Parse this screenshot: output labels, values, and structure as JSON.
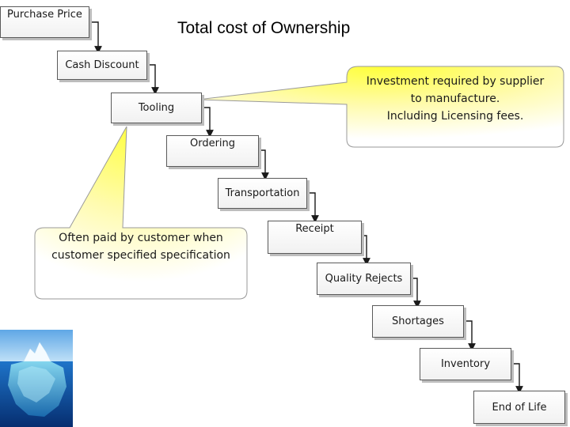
{
  "title": "Total cost of Ownership",
  "steps": [
    {
      "id": "purchase-price",
      "label": "Purchase Price"
    },
    {
      "id": "cash-discount",
      "label": "Cash Discount"
    },
    {
      "id": "tooling",
      "label": "Tooling"
    },
    {
      "id": "ordering",
      "label": "Ordering"
    },
    {
      "id": "transportation",
      "label": "Transportation"
    },
    {
      "id": "receipt",
      "label": "Receipt"
    },
    {
      "id": "quality-rejects",
      "label": "Quality Rejects"
    },
    {
      "id": "shortages",
      "label": "Shortages"
    },
    {
      "id": "inventory",
      "label": "Inventory"
    },
    {
      "id": "end-of-life",
      "label": "End of Life"
    }
  ],
  "callouts": {
    "tooling_note": [
      "Investment required by supplier",
      "to manufacture.",
      "Including Licensing fees."
    ],
    "customer_note": [
      "Often paid by customer when",
      "customer specified specification"
    ]
  },
  "colors": {
    "callout_fill": "#ffff55",
    "arrow": "#1a1a1a",
    "box_border": "#5a5a5a"
  },
  "image": {
    "icon": "iceberg-picture"
  }
}
